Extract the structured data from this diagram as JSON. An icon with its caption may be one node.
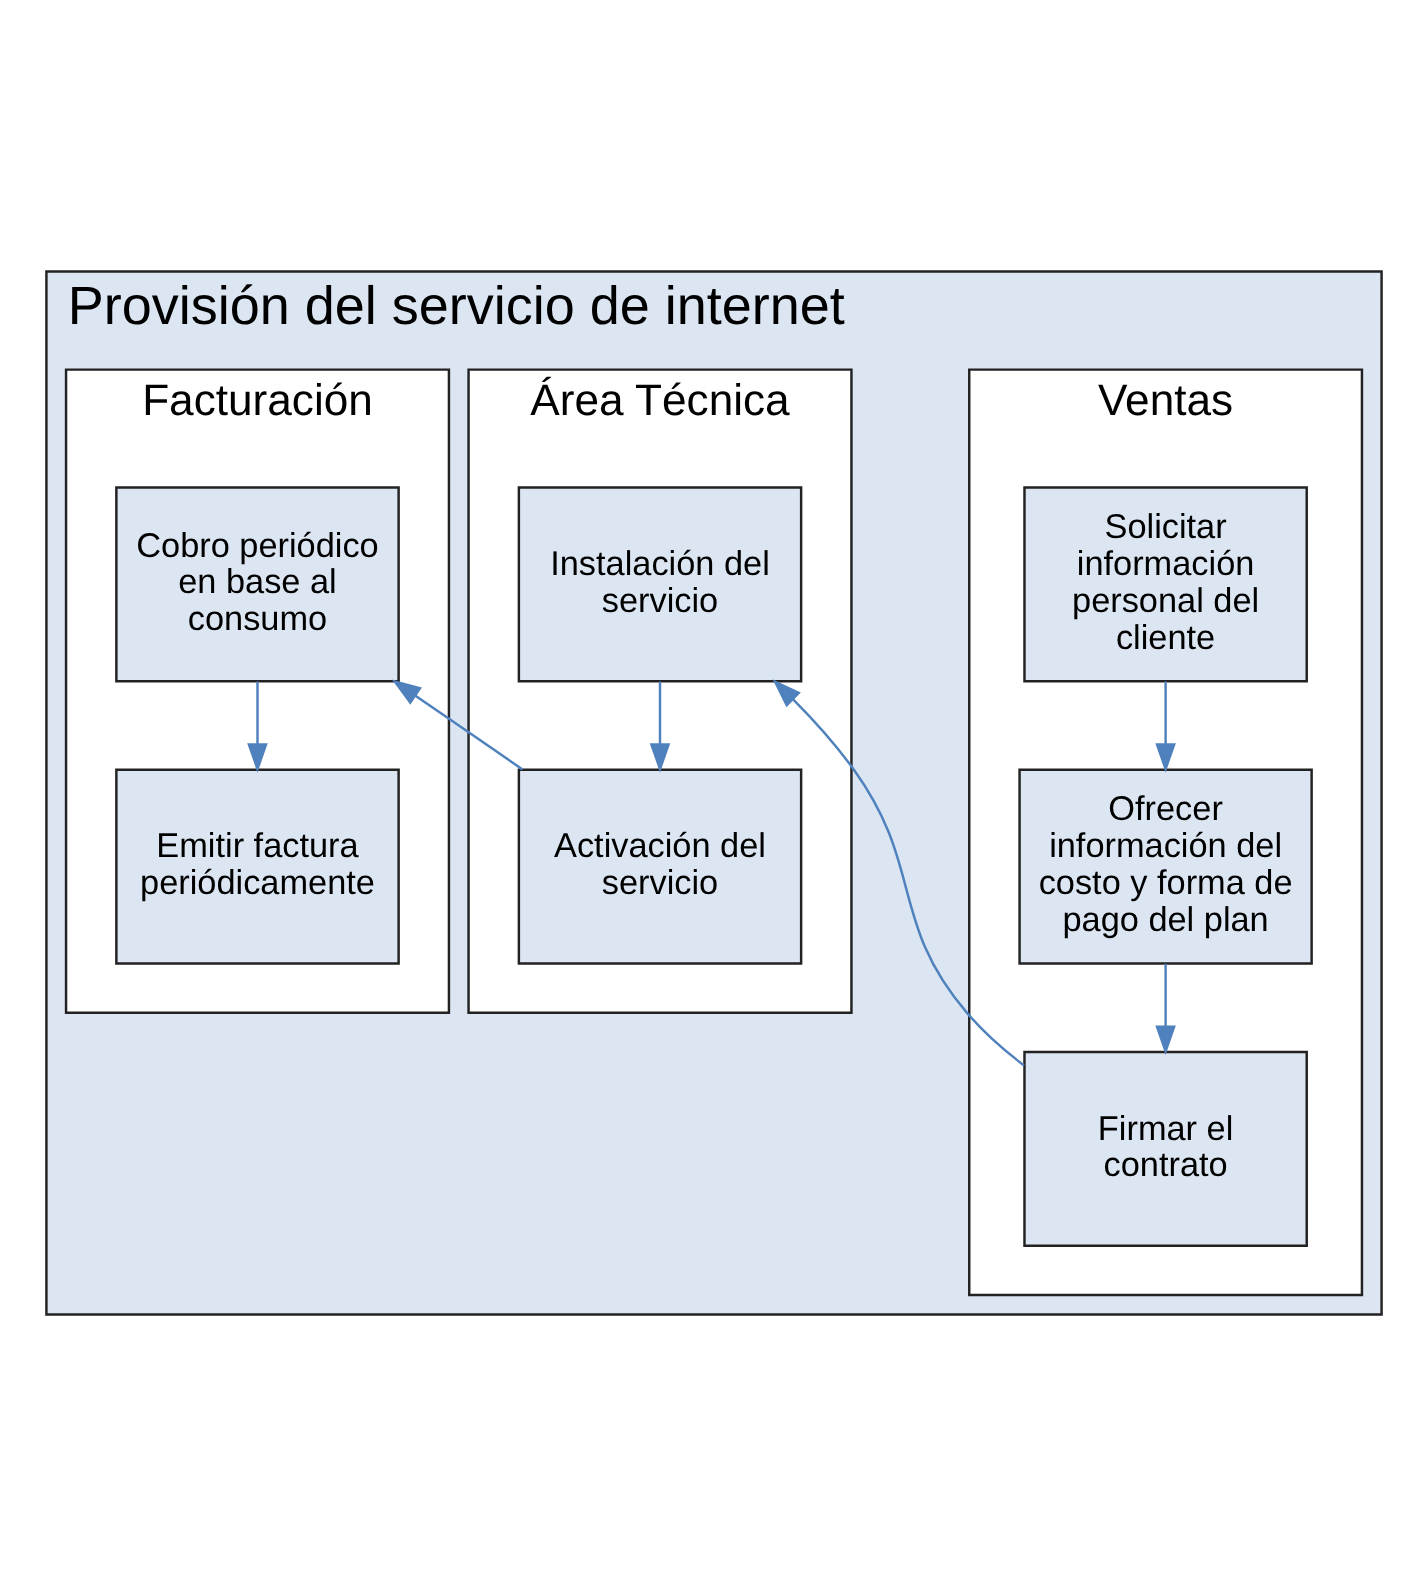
{
  "diagram": {
    "nodes": [
      {
        "text": [
          "Provisión del servicio de internet"
        ]
      },
      {
        "text": [
          "Ventas"
        ],
        "in": 0
      },
      {
        "text": [
          "Área Técnica"
        ],
        "in": 0
      },
      {
        "text": [
          "Facturación"
        ],
        "in": 0
      },
      {
        "text": [
          "Solicitar información personal del cliente"
        ],
        "in": 1
      },
      {
        "text": [
          "Ofrecer información del costo y forma de pago del plan"
        ],
        "in": 1
      },
      {
        "text": [
          "Firmar el contrato"
        ],
        "in": 1
      },
      {
        "text": [
          "Instalación del servicio"
        ],
        "in": 2
      },
      {
        "text": [
          "Activación del servicio"
        ],
        "in": 2
      },
      {
        "text": [
          "Cobro periódico en base al consumo"
        ],
        "in": 3
      },
      {
        "text": [
          "Emitir factura periódicamente"
        ],
        "in": 3
      }
    ],
    "edges": [
      {
        "from": 4,
        "to": 5,
        "arrow": "to"
      },
      {
        "from": 5,
        "to": 6,
        "arrow": "to"
      },
      {
        "from": 6,
        "to": 7,
        "arrow": "to"
      },
      {
        "from": 7,
        "to": 8,
        "arrow": "to"
      },
      {
        "from": 8,
        "to": 9,
        "arrow": "to"
      },
      {
        "from": 9,
        "to": 10,
        "arrow": "to"
      }
    ]
  }
}
